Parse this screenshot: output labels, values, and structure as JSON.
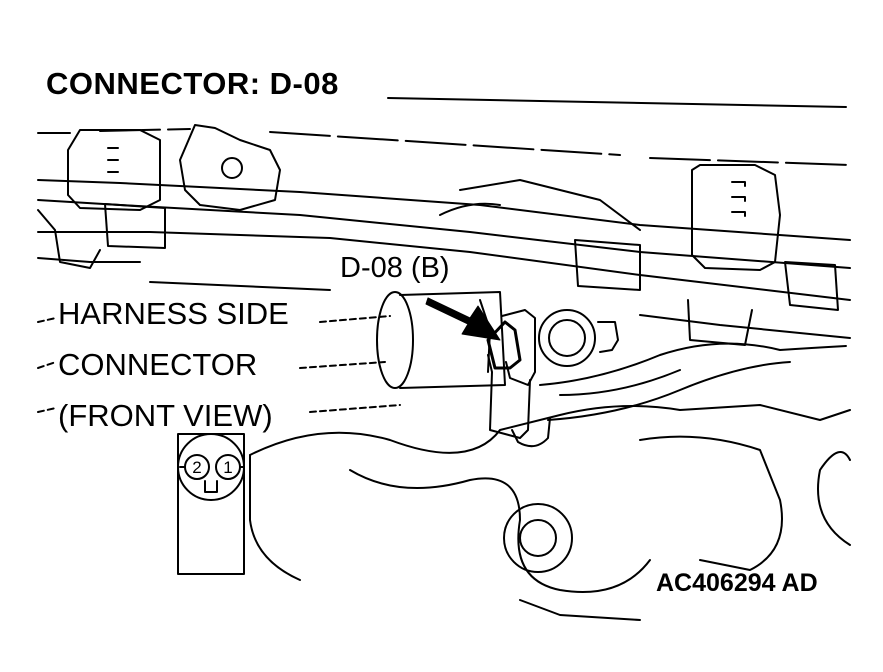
{
  "title": "CONNECTOR: D-08",
  "callout_label": "D-08 (B)",
  "harness_label": {
    "line1": "HARNESS SIDE",
    "line2": "CONNECTOR",
    "line3": "(FRONT VIEW)"
  },
  "connector_pins": [
    "2",
    "1"
  ],
  "figure_code": "AC406294 AD"
}
